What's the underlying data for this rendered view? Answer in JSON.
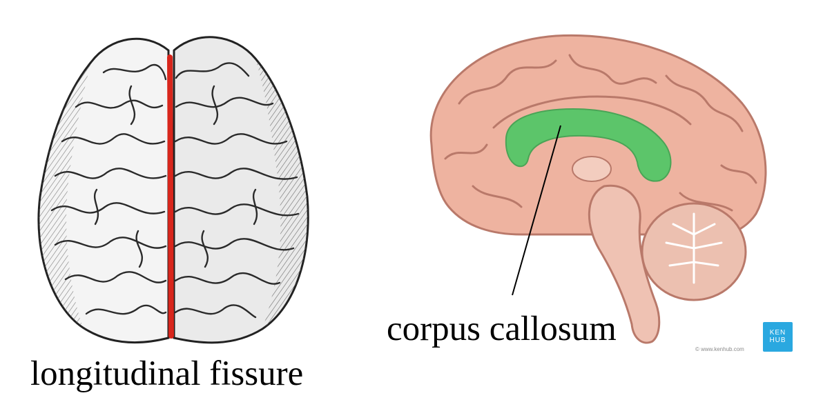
{
  "labels": {
    "left_caption": "longitudinal fissure",
    "right_caption": "corpus callosum"
  },
  "watermark": {
    "credit": "© www.kenhub.com",
    "logo_line1": "KEN",
    "logo_line2": "HUB"
  },
  "colors": {
    "fissure_highlight": "#d8261c",
    "corpus_callosum_highlight": "#5cc56a",
    "brain_tissue": "#eeb3a0",
    "logo_background": "#2aa8e0"
  },
  "icons": {
    "left_figure": "brain-top-view-illustration",
    "right_figure": "brain-sagittal-section-illustration"
  }
}
